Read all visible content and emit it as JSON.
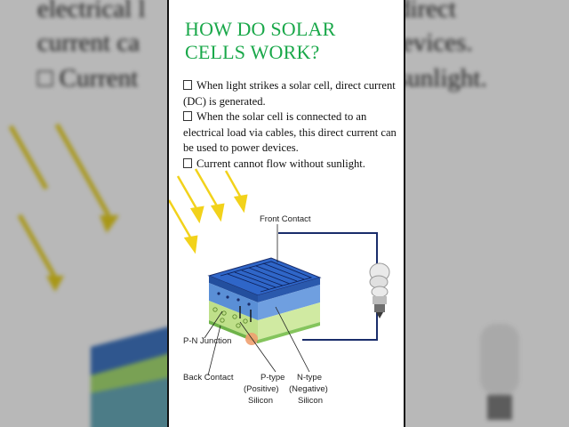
{
  "background": {
    "lines": [
      "electrical l",
      "direct",
      "current ca",
      "evices.",
      "□ Current",
      "sunlight."
    ]
  },
  "slide": {
    "title": "HOW DO SOLAR CELLS WORK?",
    "bullet_marker": "□",
    "bullets": [
      "When light strikes a solar cell, direct current (DC) is generated.",
      "When the solar cell is connected to an electrical load via cables, this direct current can be used to power devices.",
      "Current cannot flow without sunlight."
    ],
    "diagram": {
      "labels": {
        "front_contact": "Front Contact",
        "pn_junction": "P-N Junction",
        "back_contact": "Back Contact",
        "p_type": [
          "P-type",
          "(Positive)",
          "Silicon"
        ],
        "n_type": [
          "N-type",
          "(Negative)",
          "Silicon"
        ]
      }
    }
  },
  "colors": {
    "title": "#1aa84a",
    "sun_ray": "#f2d21b",
    "top_layer": "#2f66c8",
    "n_layer": "#5a8fd6",
    "p_layer": "#bfe08a",
    "base": "#6fb34a"
  }
}
